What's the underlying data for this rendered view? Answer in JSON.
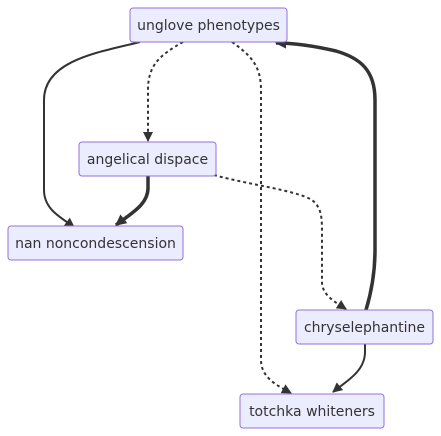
{
  "nodes": {
    "unglove": {
      "label": "unglove phenotypes"
    },
    "angelical": {
      "label": "angelical dispace"
    },
    "nan": {
      "label": "nan noncondescension"
    },
    "chryse": {
      "label": "chryselephantine"
    },
    "totchka": {
      "label": "totchka whiteners"
    }
  },
  "edges": [
    {
      "from": "unglove",
      "to": "nan",
      "style": "normal"
    },
    {
      "from": "unglove",
      "to": "angelical",
      "style": "dotted"
    },
    {
      "from": "unglove",
      "to": "totchka",
      "style": "dotted"
    },
    {
      "from": "angelical",
      "to": "nan",
      "style": "thick"
    },
    {
      "from": "angelical",
      "to": "chryse",
      "style": "dotted"
    },
    {
      "from": "chryse",
      "to": "unglove",
      "style": "thick"
    },
    {
      "from": "chryse",
      "to": "totchka",
      "style": "normal"
    }
  ],
  "colors": {
    "node_fill": "#ececff",
    "node_stroke": "#9370db",
    "edge": "#333333",
    "text": "#333333"
  }
}
